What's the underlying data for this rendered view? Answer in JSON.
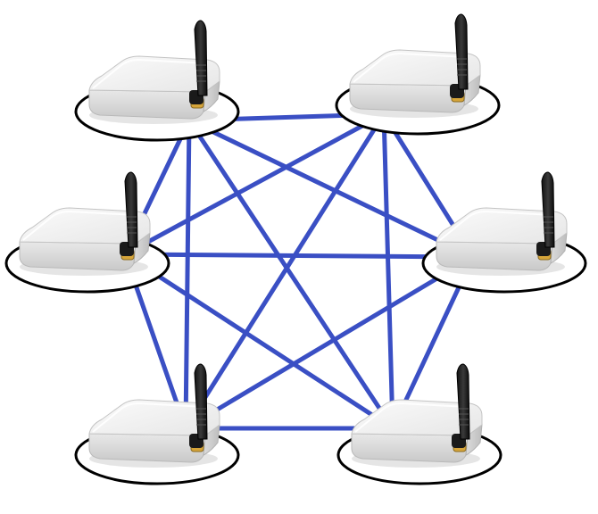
{
  "diagram": {
    "type": "full-mesh-network",
    "node_kind": "wireless-gateway-icon",
    "link_color": "#3a4fc4",
    "nodes": [
      {
        "id": "top-left"
      },
      {
        "id": "top-right"
      },
      {
        "id": "mid-left"
      },
      {
        "id": "mid-right"
      },
      {
        "id": "bottom-left"
      },
      {
        "id": "bottom-right"
      }
    ],
    "links": [
      [
        "top-left",
        "top-right"
      ],
      [
        "top-left",
        "mid-left"
      ],
      [
        "top-left",
        "mid-right"
      ],
      [
        "top-left",
        "bottom-left"
      ],
      [
        "top-left",
        "bottom-right"
      ],
      [
        "top-right",
        "mid-left"
      ],
      [
        "top-right",
        "mid-right"
      ],
      [
        "top-right",
        "bottom-left"
      ],
      [
        "top-right",
        "bottom-right"
      ],
      [
        "mid-left",
        "mid-right"
      ],
      [
        "mid-left",
        "bottom-left"
      ],
      [
        "mid-left",
        "bottom-right"
      ],
      [
        "mid-right",
        "bottom-left"
      ],
      [
        "mid-right",
        "bottom-right"
      ],
      [
        "bottom-left",
        "bottom-right"
      ]
    ]
  }
}
